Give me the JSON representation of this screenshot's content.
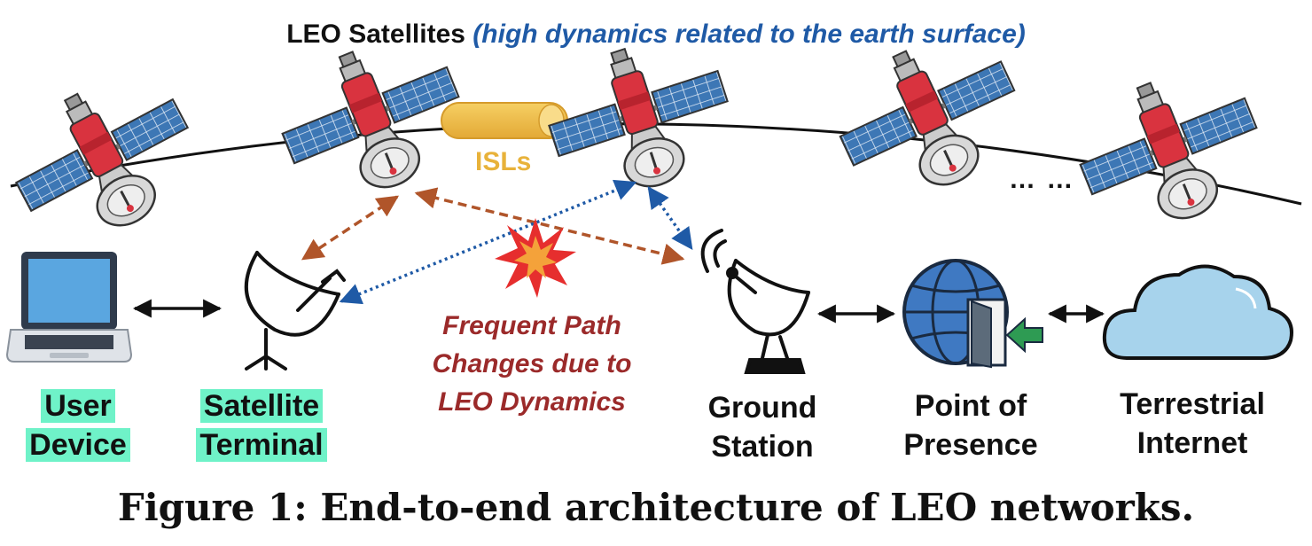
{
  "title": {
    "main": "LEO Satellites",
    "sub": "(high dynamics related to the earth surface)"
  },
  "isl_label": "ISLs",
  "ellipsis": "… …",
  "path_change_note": [
    "Frequent Path",
    "Changes due to",
    "LEO Dynamics"
  ],
  "components": {
    "user_device": [
      "User",
      "Device"
    ],
    "satellite_terminal": [
      "Satellite",
      "Terminal"
    ],
    "ground_station": [
      "Ground",
      "Station"
    ],
    "point_of_presence": [
      "Point of",
      "Presence"
    ],
    "terrestrial_internet": [
      "Terrestrial",
      "Internet"
    ]
  },
  "caption": "Figure 1: End-to-end architecture of LEO networks.",
  "colors": {
    "highlight": "#6ff2c8",
    "isl": "#e8b23a",
    "brown_link": "#b0552a",
    "blue_link": "#1f5aa6",
    "note": "#9b2a2a"
  },
  "icons": [
    "satellite-icon",
    "laptop-icon",
    "satellite-dish-icon",
    "ground-station-icon",
    "globe-door-icon",
    "cloud-icon",
    "explosion-icon"
  ]
}
